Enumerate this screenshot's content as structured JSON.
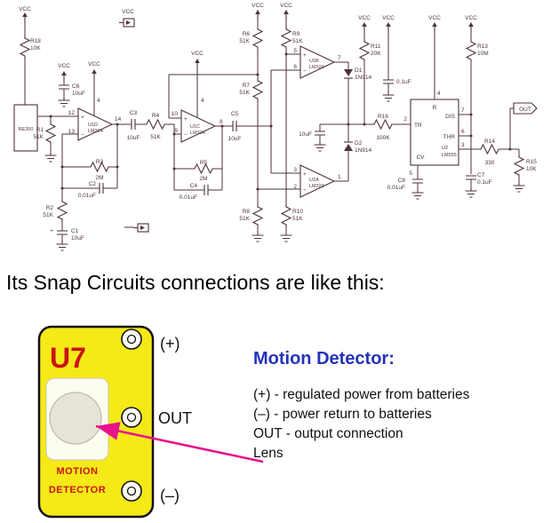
{
  "heading": "Its Snap Circuits connections are like this:",
  "colors": {
    "schematic_ink": "#4f3237",
    "module_yellow": "#f5e918",
    "module_border": "#111111",
    "label_red": "#c81414",
    "lens_gray": "#e7e3d6",
    "title_blue": "#2533b8",
    "arrow_magenta": "#e8128c"
  },
  "module": {
    "designator": "U7",
    "name_line1": "MOTION",
    "name_line2": "DETECTOR",
    "pin_labels": {
      "plus": "(+)",
      "out": "OUT",
      "minus": "(–)"
    }
  },
  "description": {
    "title": "Motion Detector:",
    "lines": [
      "(+) - regulated power from batteries",
      "(–) - power return to batteries",
      "OUT - output connection",
      "Lens"
    ]
  },
  "schematic": {
    "labels": {
      "vcc": "VCC",
      "out": "OUT",
      "pir": "RE200",
      "plus": "+",
      "minus": "−",
      "r18": "R18",
      "r18_v": "10K",
      "r1": "R1",
      "r1_v": "51K",
      "r2": "R2",
      "r2_v": "51K",
      "r3": "R3",
      "r3_v": "2M",
      "r4": "R4",
      "r4_v": "51K",
      "r5": "R5",
      "r5_v": "2M",
      "r6": "R6",
      "r6_v": "51K",
      "r7": "R7",
      "r7_v": "51K",
      "r8": "R8",
      "r8_v": "51K",
      "r9": "R9",
      "r9_v": "51K",
      "r10": "R10",
      "r10_v": "51K",
      "r11": "R11",
      "r11_v": "20K",
      "r13": "R13",
      "r13_v": "10M",
      "r14": "R14",
      "r14_v": "330",
      "r15": "R15",
      "r15_v": "10K",
      "r16": "R16",
      "r16_v": "100K",
      "c1": "C1",
      "c1_v": "10uF",
      "c2": "C2",
      "c2_v": "0.01uF",
      "c3": "C3",
      "c3_v": "10uF",
      "c4": "C4",
      "c4_v": "0.01uF",
      "c5": "C5",
      "c5_v": "10uF",
      "c6": "C6",
      "c6_v": "10uF",
      "c7": "C7",
      "c7_v": "0.1uF",
      "c8": "C8",
      "c8_v": "0.01uF",
      "c_peak_v": "10uF",
      "c_mid_v": "0.1uF",
      "d1": "D1",
      "d1_v": "1N914",
      "d2": "D2",
      "d2_v": "1N914",
      "u1a": "U1A",
      "u1b": "U1B",
      "u1c": "U1C",
      "u1d": "U1D",
      "lm324": "LM324",
      "u2": "U2",
      "lm555": "LM555",
      "t555": {
        "tr": "TR",
        "r": "R",
        "dis": "DIS",
        "thr": "THR",
        "cv": "CV"
      },
      "pins": {
        "p1": "1",
        "p2": "2",
        "p3": "3",
        "p4": "4",
        "p5": "5",
        "p6": "6",
        "p7": "7",
        "p8": "8",
        "p9": "9",
        "p10": "10",
        "p12": "12",
        "p13": "13",
        "p14": "14"
      }
    }
  }
}
